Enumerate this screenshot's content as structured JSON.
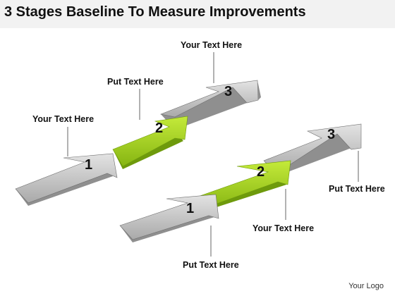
{
  "title": "3 Stages Baseline To Measure Improvements",
  "logo_text": "Your Logo",
  "colors": {
    "gray_top": "#c7c7c7",
    "gray_side": "#8f8f8f",
    "gray_edge": "#6e6e6e",
    "green_top": "#a6d21e",
    "green_side": "#6e9a0c",
    "leader_line": "#666666"
  },
  "diagram_1": {
    "stage_labels": [
      "1",
      "2",
      "3"
    ],
    "callouts": {
      "stage_1": "Your Text Here",
      "stage_2": "Put Text Here",
      "stage_3": "Your Text Here"
    }
  },
  "diagram_2": {
    "stage_labels": [
      "1",
      "2",
      "3"
    ],
    "callouts": {
      "stage_1": "Put Text Here",
      "stage_2": "Your Text Here",
      "stage_3": "Put Text Here"
    }
  }
}
